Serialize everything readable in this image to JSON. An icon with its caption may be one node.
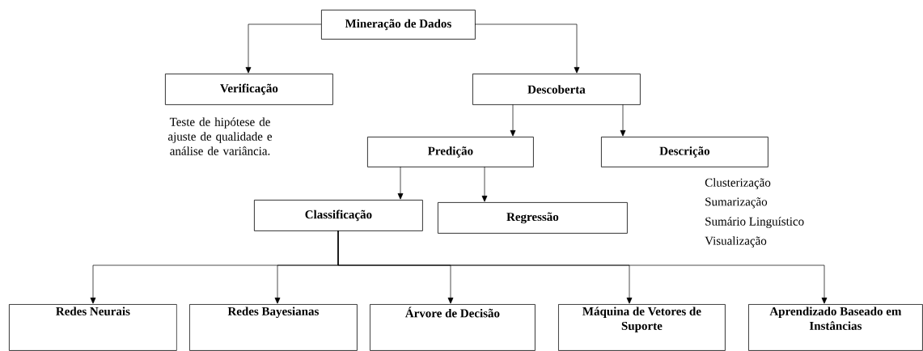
{
  "diagram": {
    "nodes": [
      {
        "text": [
          "Mineração de Dados"
        ]
      },
      {
        "text": [
          "Verificação"
        ],
        "beside": [
          "Teste de hipótese de ajuste de qualidade e análise de variância."
        ]
      },
      {
        "text": [
          "Descoberta"
        ]
      },
      {
        "text": [
          "Predição"
        ]
      },
      {
        "text": [
          "Descrição"
        ],
        "beside": [
          "Clusterização",
          "Sumarização",
          "Sumário Linguístico",
          "Visualização"
        ]
      },
      {
        "text": [
          "Classificação"
        ]
      },
      {
        "text": [
          "Regressão"
        ]
      },
      {
        "text": [
          "Redes Neurais"
        ]
      },
      {
        "text": [
          "Redes Bayesianas"
        ]
      },
      {
        "text": [
          "Árvore de Decisão"
        ]
      },
      {
        "text": [
          "Máquina de Vetores de Suporte"
        ]
      },
      {
        "text": [
          "Aprendizado Baseado em Instâncias"
        ]
      }
    ],
    "edges": [
      {
        "from": 0,
        "to": 1,
        "arrow": "to"
      },
      {
        "from": 0,
        "to": 2,
        "arrow": "to"
      },
      {
        "from": 2,
        "to": 3,
        "arrow": "to"
      },
      {
        "from": 2,
        "to": 4,
        "arrow": "to"
      },
      {
        "from": 3,
        "to": 5,
        "arrow": "to"
      },
      {
        "from": 3,
        "to": 6,
        "arrow": "to"
      },
      {
        "from": 5,
        "to": 7,
        "arrow": "to"
      },
      {
        "from": 5,
        "to": 8,
        "arrow": "to"
      },
      {
        "from": 5,
        "to": 9,
        "arrow": "to"
      },
      {
        "from": 5,
        "to": 10,
        "arrow": "to"
      },
      {
        "from": 5,
        "to": 11,
        "arrow": "to"
      }
    ]
  }
}
